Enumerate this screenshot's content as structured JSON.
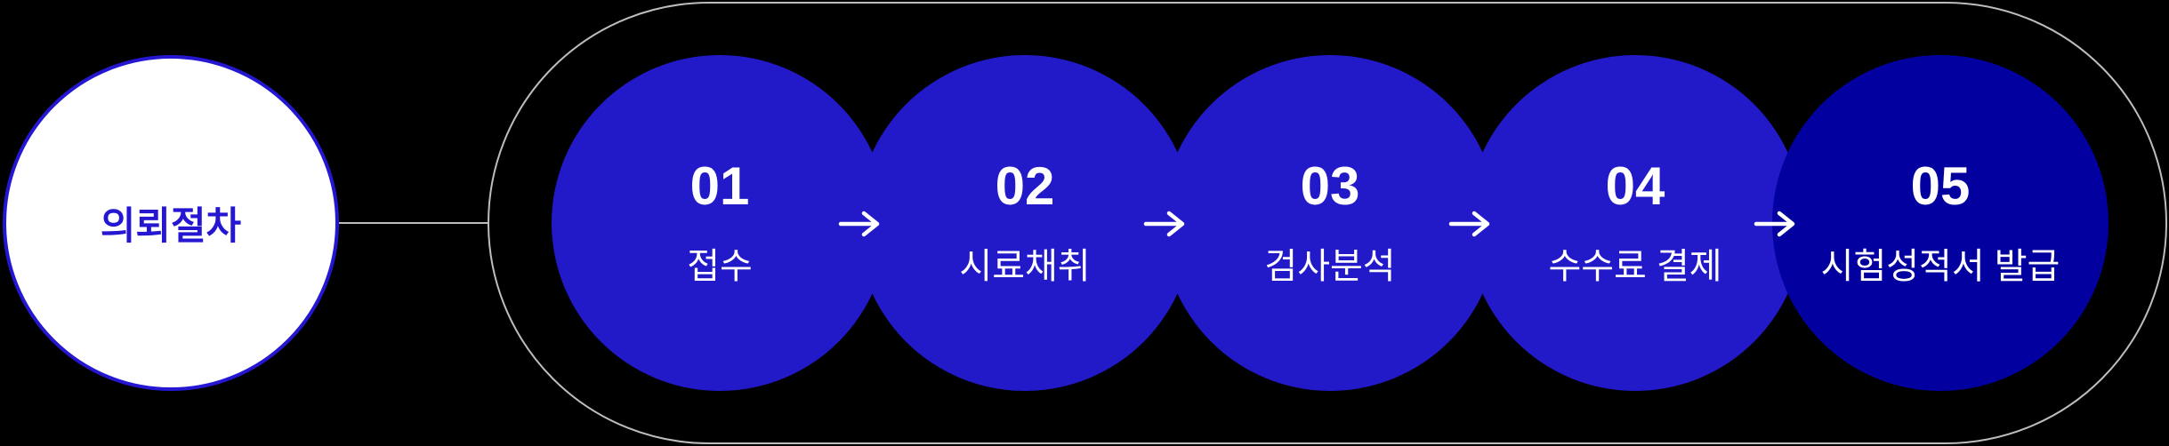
{
  "colors": {
    "background": "#000000",
    "step-blue": "#2219C9",
    "step-dark-blue": "#0201A0",
    "accent-blue": "#2517D1",
    "outline-gray": "#BDBDBD",
    "text-white": "#FFFFFF"
  },
  "intro": {
    "label": "의뢰절차"
  },
  "process": {
    "steps": [
      {
        "number": "01",
        "label": "접수",
        "variant": "normal"
      },
      {
        "number": "02",
        "label": "시료채취",
        "variant": "normal"
      },
      {
        "number": "03",
        "label": "검사분석",
        "variant": "normal"
      },
      {
        "number": "04",
        "label": "수수료 결제",
        "variant": "normal"
      },
      {
        "number": "05",
        "label": "시험성적서 발급",
        "variant": "dark"
      }
    ]
  }
}
